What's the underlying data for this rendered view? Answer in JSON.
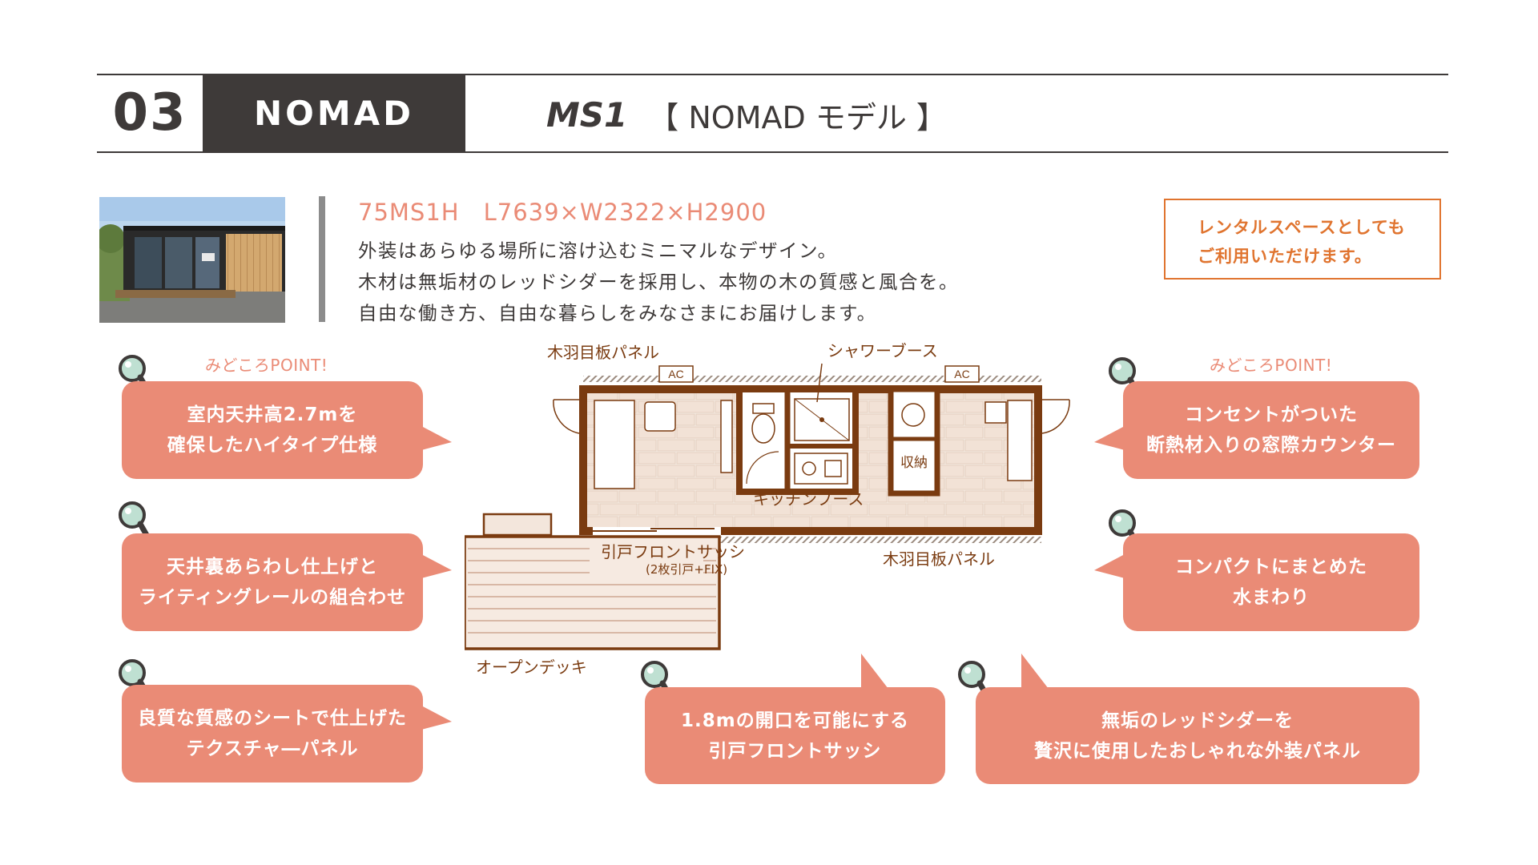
{
  "header": {
    "section_number": "03",
    "category": "NOMAD",
    "model_code": "MS1",
    "model_name": "【 NOMAD モデル 】"
  },
  "product": {
    "spec": "75MS1H　L7639×W2322×H2900",
    "description": [
      "外装はあらゆる場所に溶け込むミニマルなデザイン。",
      "木材は無垢材のレッドシダーを採用し、本物の木の質感と風合を。",
      "自由な働き方、自由な暮らしをみなさまにお届けします。"
    ],
    "rental_note": [
      "レンタルスペースとしても",
      "ご利用いただけます。"
    ]
  },
  "point_labels": {
    "left": "みどころPOINT!",
    "right": "みどころPOINT!"
  },
  "features": {
    "ceiling_height": [
      "室内天井高2.7mを",
      "確保したハイタイプ仕様"
    ],
    "ceiling_lighting": [
      "天井裏あらわし仕上げと",
      "ライティングレールの組合わせ"
    ],
    "texture_panel": [
      "良質な質感のシートで仕上げた",
      "テクスチャ―パネル"
    ],
    "front_sash": [
      "1.8mの開口を可能にする",
      "引戸フロントサッシ"
    ],
    "cedar_panel": [
      "無垢のレッドシダーを",
      "贅沢に使用したおしゃれな外装パネル"
    ],
    "window_counter": [
      "コンセントがついた",
      "断熱材入りの窓際カウンター"
    ],
    "water_area": [
      "コンパクトにまとめた",
      "水まわり"
    ]
  },
  "floor_plan": {
    "wood_panel_top": "木羽目板パネル",
    "shower_booth": "シャワーブース",
    "ac_left": "AC",
    "ac_right": "AC",
    "storage": "収納",
    "kitchen_booth": "キッチンブース",
    "sliding_sash": "引戸フロントサッシ",
    "sliding_sash_note": "(2枚引戸+FIX)",
    "wood_panel_bottom": "木羽目板パネル",
    "open_deck": "オープンデッキ"
  },
  "colors": {
    "accent": "#ea8b76",
    "dark": "#3e3a39",
    "orange": "#e0742f",
    "wall": "#7a3b10"
  }
}
